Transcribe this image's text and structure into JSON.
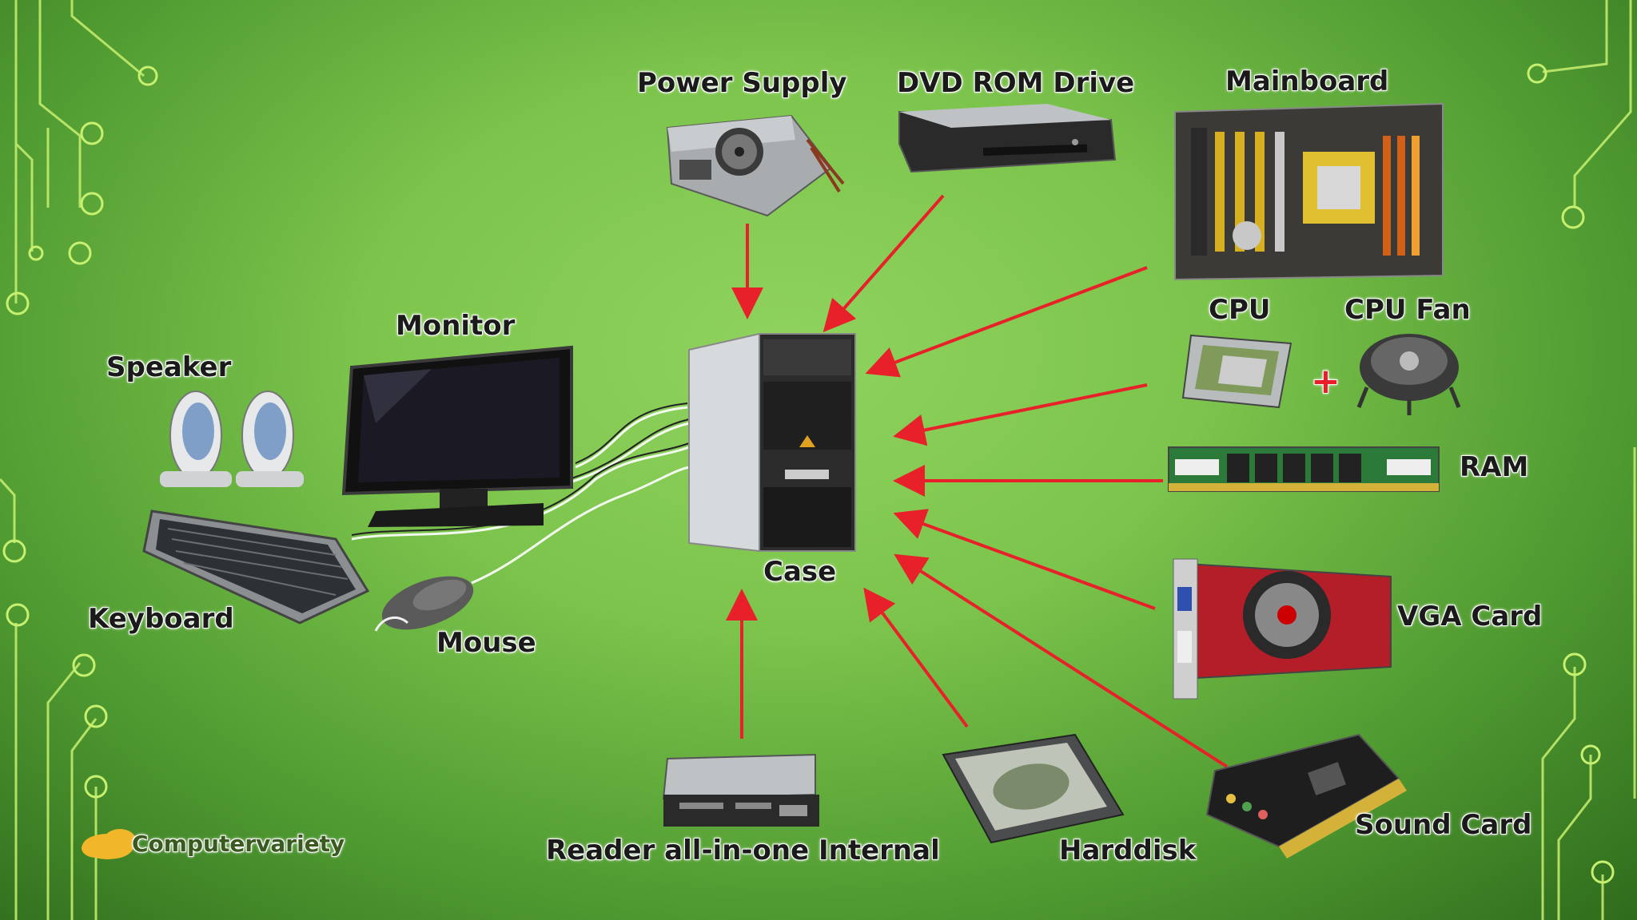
{
  "labels": {
    "power_supply": "Power Supply",
    "dvd_rom": "DVD ROM Drive",
    "mainboard": "Mainboard",
    "cpu": "CPU",
    "cpu_fan": "CPU Fan",
    "ram": "RAM",
    "vga_card": "VGA Card",
    "sound_card": "Sound Card",
    "harddisk": "Harddisk",
    "reader": "Reader all-in-one Internal",
    "case": "Case",
    "monitor": "Monitor",
    "speaker": "Speaker",
    "keyboard": "Keyboard",
    "mouse": "Mouse",
    "plus": "+"
  },
  "logo": {
    "text": "Computervariety"
  },
  "colors": {
    "arrow": "#e8202a",
    "accent": "#c8f070",
    "background": "#7cc44c"
  }
}
